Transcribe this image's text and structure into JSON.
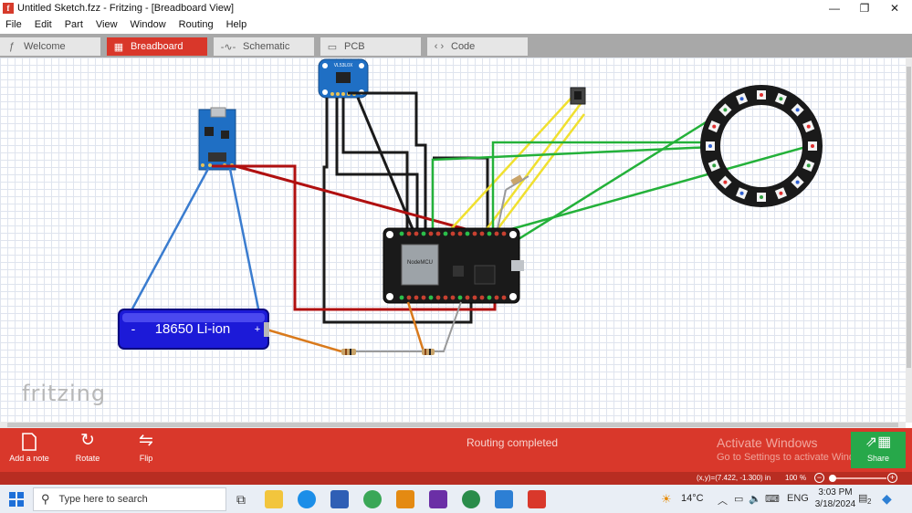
{
  "window": {
    "title": "Untitled Sketch.fzz - Fritzing - [Breadboard View]",
    "app_icon": "f",
    "minimize": "—",
    "maximize": "❐",
    "close": "✕"
  },
  "menu": [
    "File",
    "Edit",
    "Part",
    "View",
    "Window",
    "Routing",
    "Help"
  ],
  "tabs": [
    {
      "label": "Welcome",
      "icon": "fritzing-f-icon",
      "glyph": "ƒ"
    },
    {
      "label": "Breadboard",
      "icon": "breadboard-icon",
      "glyph": "▦"
    },
    {
      "label": "Schematic",
      "icon": "schematic-icon",
      "glyph": "-∿-"
    },
    {
      "label": "PCB",
      "icon": "pcb-icon",
      "glyph": "▭"
    },
    {
      "label": "Code",
      "icon": "code-icon",
      "glyph": "‹ ›"
    }
  ],
  "canvas": {
    "watermark": "fritzing",
    "battery_label": "18650 Li-ion",
    "battery_minus": "-",
    "battery_plus": "+",
    "sensor_label": "VL53L0X",
    "mcu_label": "NodeMCU"
  },
  "toolbar": {
    "add_note": "Add a note",
    "rotate": "Rotate",
    "flip": "Flip",
    "status": "Routing completed",
    "share": "Share",
    "activate_title": "Activate Windows",
    "activate_sub": "Go to Settings to activate Windows."
  },
  "status": {
    "coords": "(x,y)=(7.422, -1.300) in",
    "zoom": "100",
    "zoom_unit": "%",
    "zoom_level": 0.05
  },
  "taskbar": {
    "search_placeholder": "Type here to search",
    "temperature": "14°C",
    "language": "ENG",
    "time": "3:03 PM",
    "date": "3/18/2024",
    "notifications": "2"
  },
  "colors": {
    "fritzing_red": "#d9382b",
    "status_red": "#b82d22",
    "share_green": "#27a84a",
    "wire_red": "#b01010",
    "wire_black": "#1a1a1a",
    "wire_blue": "#3a7ccf",
    "wire_yellow": "#f0e030",
    "wire_green": "#24b13a",
    "wire_orange": "#d97a1c",
    "wire_gray": "#9a9a9a"
  }
}
